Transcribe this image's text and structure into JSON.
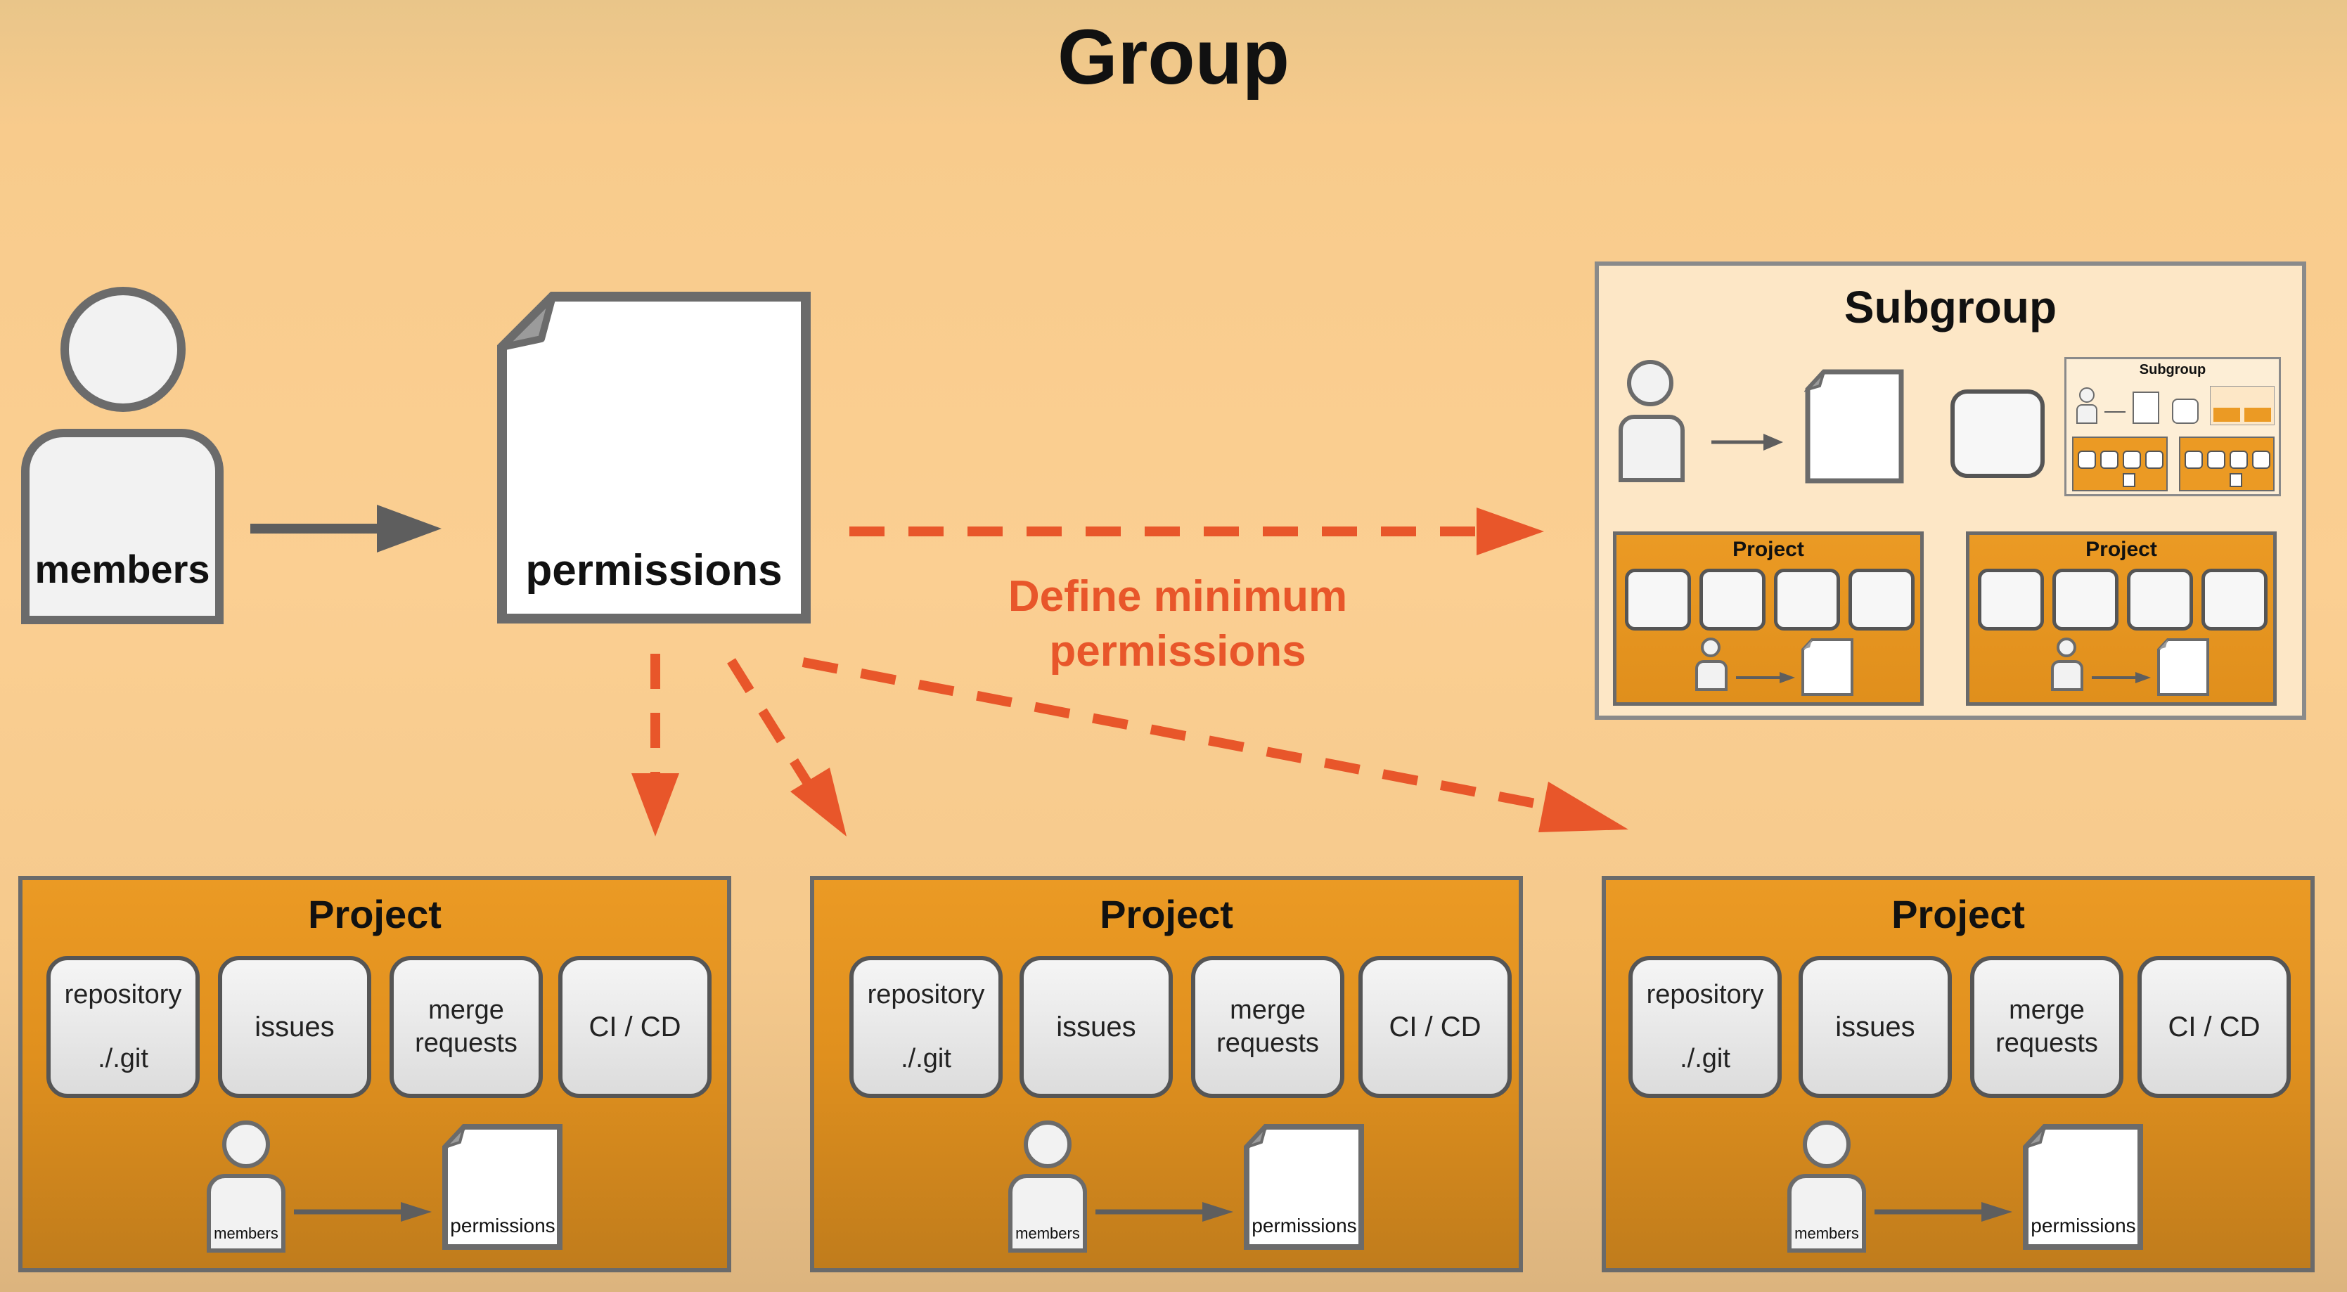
{
  "title": "Group",
  "group_members_label": "members",
  "group_permissions_label": "permissions",
  "define_minimum_line1": "Define minimum",
  "define_minimum_line2": "permissions",
  "subgroup": {
    "title": "Subgroup",
    "nested_title": "Subgroup",
    "projects": [
      {
        "title": "Project"
      },
      {
        "title": "Project"
      }
    ]
  },
  "projects": [
    {
      "title": "Project",
      "tiles": [
        "repository",
        "./.git",
        "issues",
        "merge",
        "requests",
        "CI / CD"
      ],
      "members_label": "members",
      "permissions_label": "permissions"
    },
    {
      "title": "Project",
      "tiles": [
        "repository",
        "./.git",
        "issues",
        "merge",
        "requests",
        "CI / CD"
      ],
      "members_label": "members",
      "permissions_label": "permissions"
    },
    {
      "title": "Project",
      "tiles": [
        "repository",
        "./.git",
        "issues",
        "merge",
        "requests",
        "CI / CD"
      ],
      "members_label": "members",
      "permissions_label": "permissions"
    }
  ],
  "colors": {
    "accent_arrow": "#e8562a",
    "project_orange": "#eb9a24",
    "outline_gray": "#6b6b6b",
    "background": "#fbcf92"
  }
}
